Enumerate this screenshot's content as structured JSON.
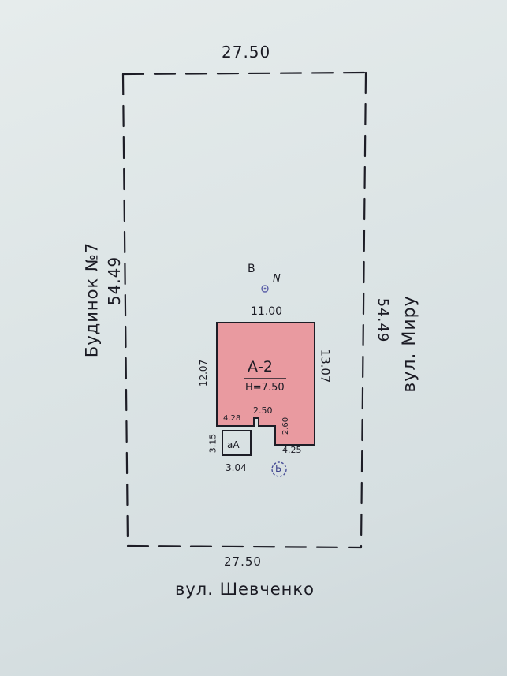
{
  "plot": {
    "top_width": "27.50",
    "bottom_width": "27.50",
    "left_length": "54.49",
    "right_length": "54.49",
    "left_neighbor": "Будинок №7",
    "right_street": "вул. Миру",
    "bottom_street": "вул. Шевченко"
  },
  "building": {
    "label": "А-2",
    "height": "Н=7.50",
    "fill_color": "#e99aa0",
    "top_dim": "11.00",
    "left_dim": "12.07",
    "right_dim": "13.07",
    "notch_width": "2.50",
    "notch_left_width": "4.28",
    "notch_depth": "2.60",
    "right_step_width": "4.25"
  },
  "annex": {
    "label": "аА",
    "width_dim": "3.04",
    "height_dim": "3.15"
  },
  "markers": {
    "entrance_b": "В",
    "north": "N",
    "gate": "Б"
  }
}
